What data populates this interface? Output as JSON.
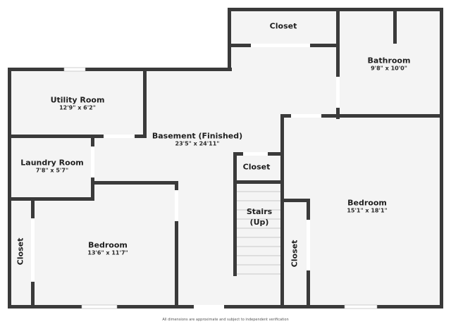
{
  "floorplan": {
    "colors": {
      "wall": "#3a3a3a",
      "floor": "#f4f4f4",
      "background": "#ffffff"
    },
    "rooms": [
      {
        "id": "closet-top",
        "name": "Closet",
        "dimensions": ""
      },
      {
        "id": "bathroom",
        "name": "Bathroom",
        "dimensions": "9'8\" x 10'0\""
      },
      {
        "id": "utility-room",
        "name": "Utility Room",
        "dimensions": "12'9\" x 6'2\""
      },
      {
        "id": "basement",
        "name": "Basement (Finished)",
        "dimensions": "23'5\" x 24'11\""
      },
      {
        "id": "laundry-room",
        "name": "Laundry Room",
        "dimensions": "7'8\" x 5'7\""
      },
      {
        "id": "closet-center",
        "name": "Closet",
        "dimensions": ""
      },
      {
        "id": "stairs",
        "name": "Stairs",
        "sub": "(Up)"
      },
      {
        "id": "bedroom-right",
        "name": "Bedroom",
        "dimensions": "15'1\" x 18'1\""
      },
      {
        "id": "bedroom-left",
        "name": "Bedroom",
        "dimensions": "13'6\" x 11'7\""
      },
      {
        "id": "closet-left",
        "name": "Closet",
        "dimensions": ""
      },
      {
        "id": "closet-right",
        "name": "Closet",
        "dimensions": ""
      }
    ],
    "footer": "All dimensions are approximate and subject to independent verification"
  }
}
